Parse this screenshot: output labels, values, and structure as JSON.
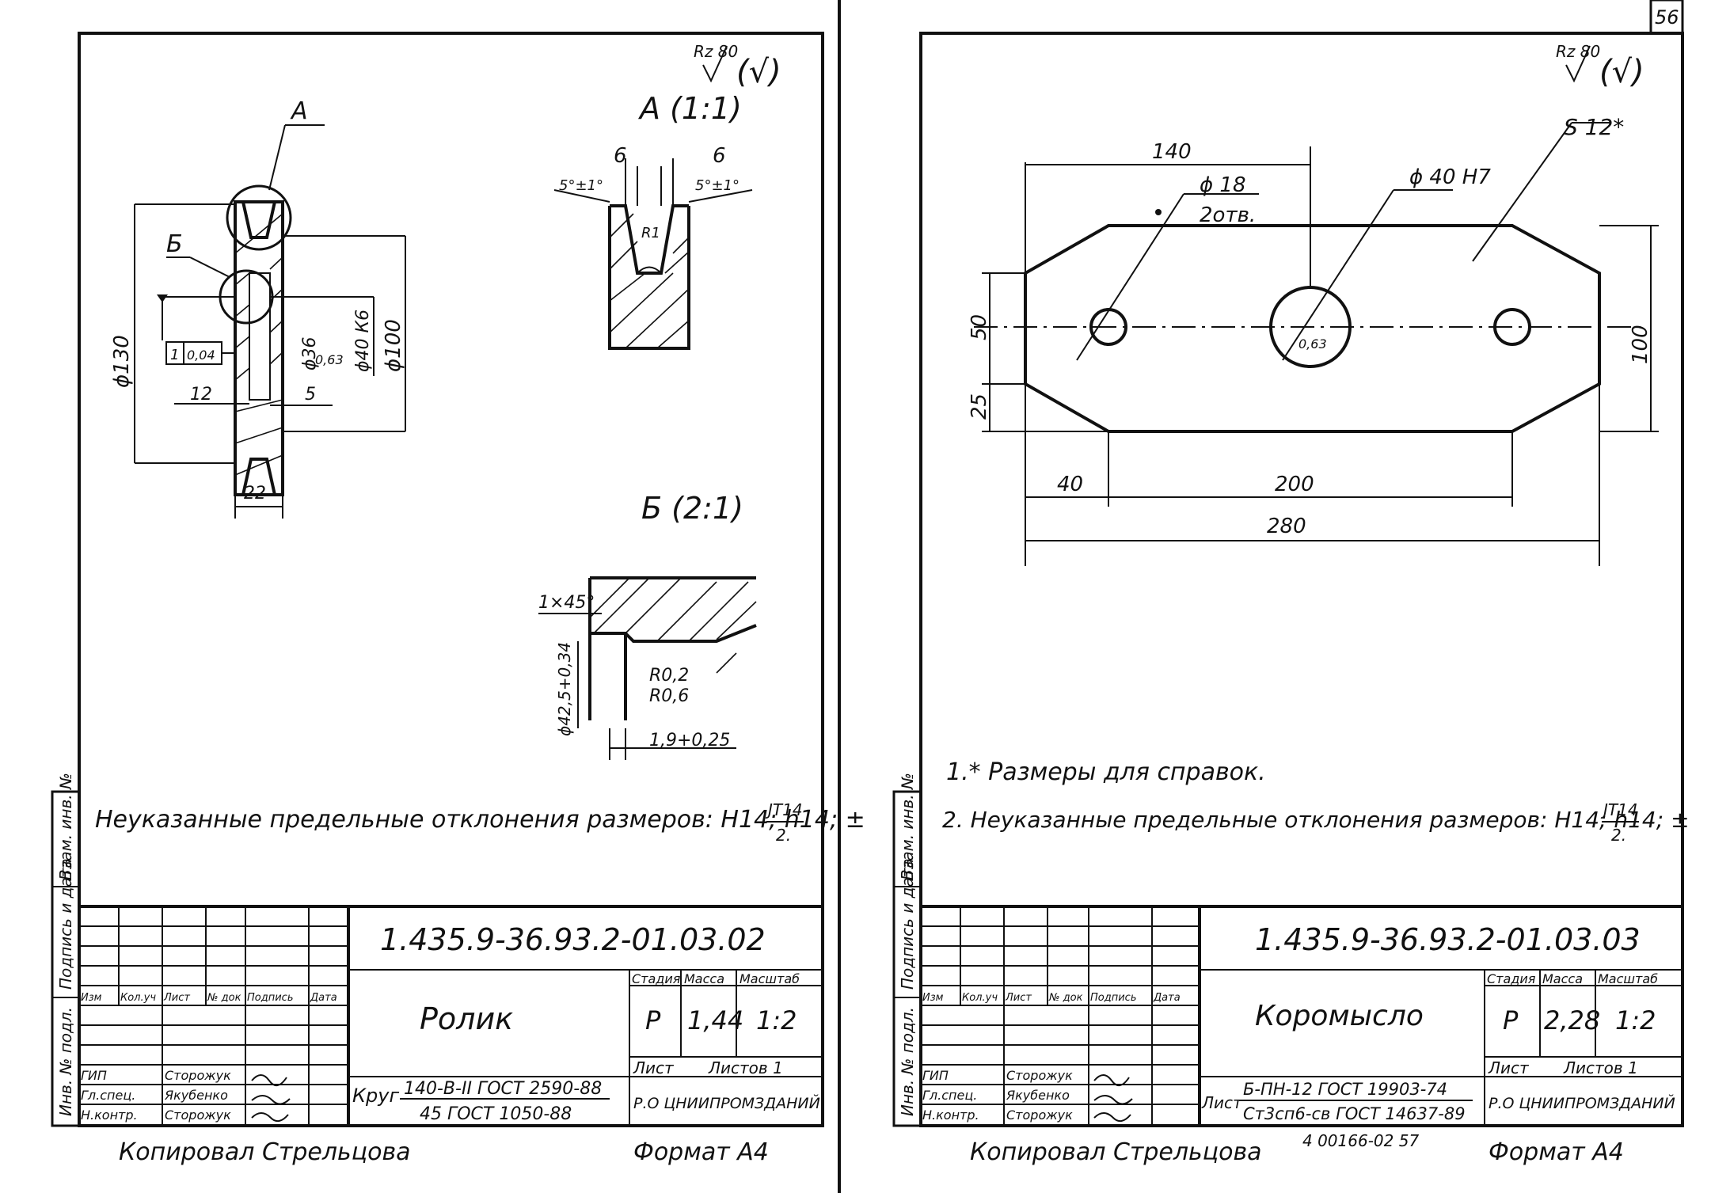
{
  "page_number": "56",
  "left": {
    "roughness": "Rz 80",
    "roughness_paren": "(√)",
    "view_a_label": "А",
    "view_b_label": "Б",
    "dims": {
      "d130": "ϕ130",
      "d100": "ϕ100",
      "d40k6": "ϕ40 К6",
      "d36": "ϕ36",
      "ra": "0,63",
      "tol_box_1": "1",
      "tol_box_2": "0,04",
      "dim12": "12",
      "dim5": "5",
      "dim22": "22"
    },
    "detail_a": {
      "title": "А (1:1)",
      "d6_left": "6",
      "d6_right": "6",
      "angle_left": "5°±1°",
      "angle_right": "5°±1°",
      "radius": "R1"
    },
    "detail_b": {
      "title": "Б (2:1)",
      "chamfer": "1×45°",
      "dia": "ϕ42,5+0,34",
      "r1": "R0,2",
      "r2": "R0,6",
      "width": "1,9+0,25"
    },
    "note": "Неуказанные предельные отклонения размеров: H14; h14; ±",
    "note_frac_num": "JT14",
    "note_frac_den": "2.",
    "title_block": {
      "designation": "1.435.9-36.93.2-01.03.02",
      "name": "Ролик",
      "stage_hdr": "Стадия",
      "mass_hdr": "Масса",
      "scale_hdr": "Масштаб",
      "stage": "Р",
      "mass": "1,44",
      "scale": "1:2",
      "sheet_hdr": "Лист",
      "sheets_hdr": "Листов 1",
      "material_1": "Круг",
      "material_2": "140-В-II ГОСТ 2590-88",
      "material_3": "45  ГОСТ 1050-88",
      "org": "Р.О ЦНИИПРОМЗДАНИЙ",
      "col_headers": [
        "Изм",
        "Кол.уч",
        "Лист",
        "№ док",
        "Подпись",
        "Дата"
      ],
      "people_roles": [
        "ГИП",
        "Гл.спец.",
        "Н.контр."
      ],
      "people_names": [
        "Сторожук",
        "Якубенко",
        "Сторожук"
      ]
    },
    "copied": "Копировал Стрельцова",
    "format": "Формат А4",
    "side_stamp": [
      "Инв. № подл.",
      "Подпись и дата",
      "Взам. инв. №"
    ]
  },
  "right": {
    "roughness": "Rz 80",
    "roughness_paren": "(√)",
    "dims": {
      "d140": "140",
      "s12": "S 12*",
      "d18": "ϕ 18",
      "holes": "2отв.",
      "d40h7": "ϕ 40 H7",
      "ra": "0,63",
      "d50": "50",
      "d25": "25",
      "d100": "100",
      "d40": "40",
      "d200": "200",
      "d280": "280"
    },
    "note_1": "1.* Размеры для справок.",
    "note_2": "2. Неуказанные предельные отклонения размеров: H14; h14; ±",
    "note_frac_num": "JT14",
    "note_frac_den": "2.",
    "title_block": {
      "designation": "1.435.9-36.93.2-01.03.03",
      "name": "Коромысло",
      "stage_hdr": "Стадия",
      "mass_hdr": "Масса",
      "scale_hdr": "Масштаб",
      "stage": "Р",
      "mass": "2,28",
      "scale": "1:2",
      "sheet_hdr": "Лист",
      "sheets_hdr": "Листов 1",
      "material_1": "Лист",
      "material_2": "Б-ПН-12 ГОСТ 19903-74",
      "material_3": "Ст3сп6-св ГОСТ 14637-89",
      "org": "Р.О ЦНИИПРОМЗДАНИЙ",
      "col_headers": [
        "Изм",
        "Кол.уч",
        "Лист",
        "№ док",
        "Подпись",
        "Дата"
      ],
      "people_roles": [
        "ГИП",
        "Гл.спец.",
        "Н.контр."
      ],
      "people_names": [
        "Сторожук",
        "Якубенко",
        "Сторожук"
      ]
    },
    "copied": "Копировал Стрельцова",
    "archive_no": "4 00166-02  57",
    "format": "Формат А4",
    "side_stamp": [
      "Инв. № подл.",
      "Подпись и дата",
      "Взам. инв. №"
    ]
  }
}
